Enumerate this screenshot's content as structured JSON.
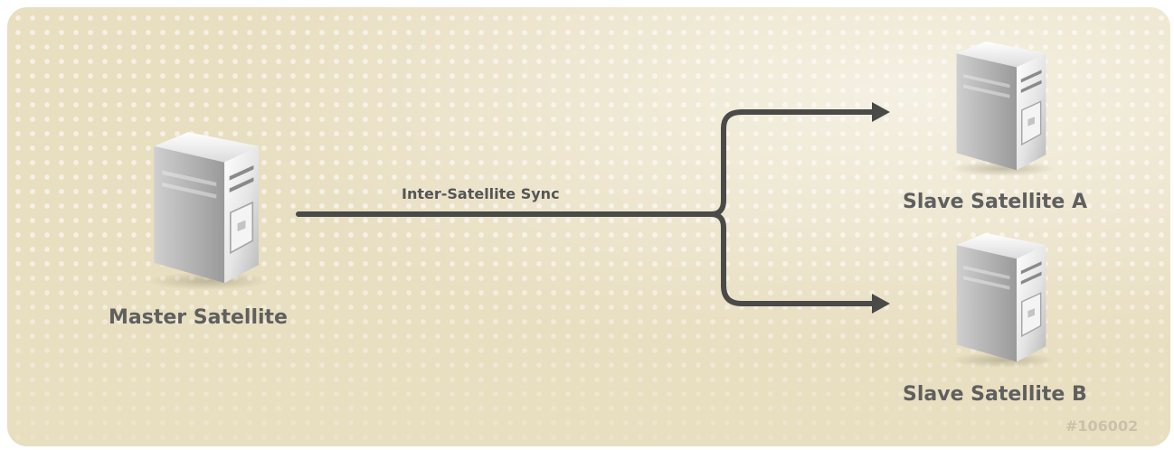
{
  "diagram": {
    "nodes": [
      {
        "id": "master",
        "label": "Master Satellite",
        "icon": "server-icon"
      },
      {
        "id": "slave_a",
        "label": "Slave Satellite A",
        "icon": "server-icon"
      },
      {
        "id": "slave_b",
        "label": "Slave Satellite B",
        "icon": "server-icon"
      }
    ],
    "edges": [
      {
        "from": "master",
        "to": "slave_a",
        "label": "Inter-Satellite Sync"
      },
      {
        "from": "master",
        "to": "slave_b",
        "label": ""
      }
    ],
    "figure_id": "#106002",
    "colors": {
      "background": "#e8dec0",
      "dots": "#f2ecd9",
      "connector": "#4a4a48",
      "label": "#5f5f5f",
      "figure_id": "#c9c1a9"
    }
  }
}
